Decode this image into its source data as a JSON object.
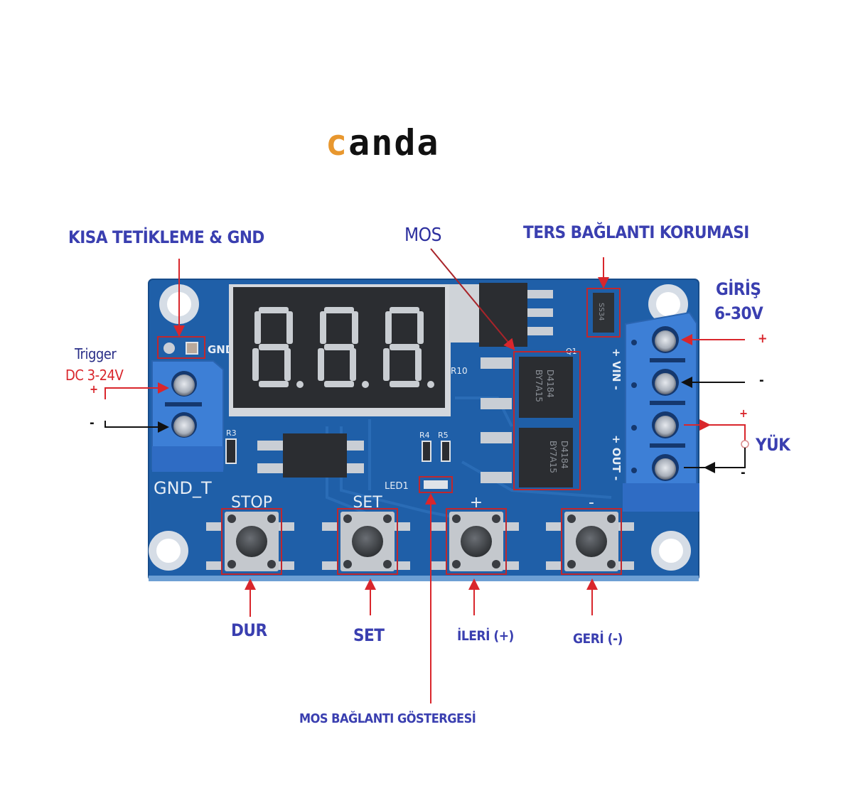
{
  "brand": {
    "logo_first": "c",
    "logo_rest": "anda",
    "accent": "#e8972e"
  },
  "colors": {
    "label": "#3a3fb0",
    "arrow": "#d9262c",
    "board": "#1f5fa8",
    "terminal": "#3d7fd6"
  },
  "callouts": {
    "short_trigger": "KISA TETİKLEME & GND",
    "mos": "MOS",
    "reverse_protection": "TERS BAĞLANTI KORUMASI",
    "input_title": "GİRİŞ",
    "input_range": "6-30V",
    "load": "YÜK",
    "stop": "DUR",
    "set": "SET",
    "forward": "İLERİ (+)",
    "back": "GERİ (-)",
    "mos_indicator": "MOS BAĞLANTI GÖSTERGESİ"
  },
  "trigger": {
    "title": "Trigger",
    "range": "DC 3-24V",
    "plus": "+",
    "minus": "-"
  },
  "vin_side": {
    "plus": "+",
    "minus": "-"
  },
  "load_side": {
    "plus": "+",
    "minus": "-"
  },
  "board": {
    "gnd_label": "GND",
    "gnd_t_label": "GND_T",
    "vin_label": "+ VIN -",
    "out_label": "+ OUT -",
    "r3": "R3",
    "r4": "R4",
    "r5": "R5",
    "r10": "R10",
    "q1": "Q1",
    "led1": "LED1",
    "diode_marking": "SS34",
    "mosfet_marking_1": "D4184",
    "mosfet_marking_2": "BY7A15",
    "display_digits": [
      "8",
      "8",
      "8"
    ],
    "buttons": [
      {
        "silk": "STOP"
      },
      {
        "silk": "SET"
      },
      {
        "silk": "+"
      },
      {
        "silk": "-"
      }
    ]
  }
}
